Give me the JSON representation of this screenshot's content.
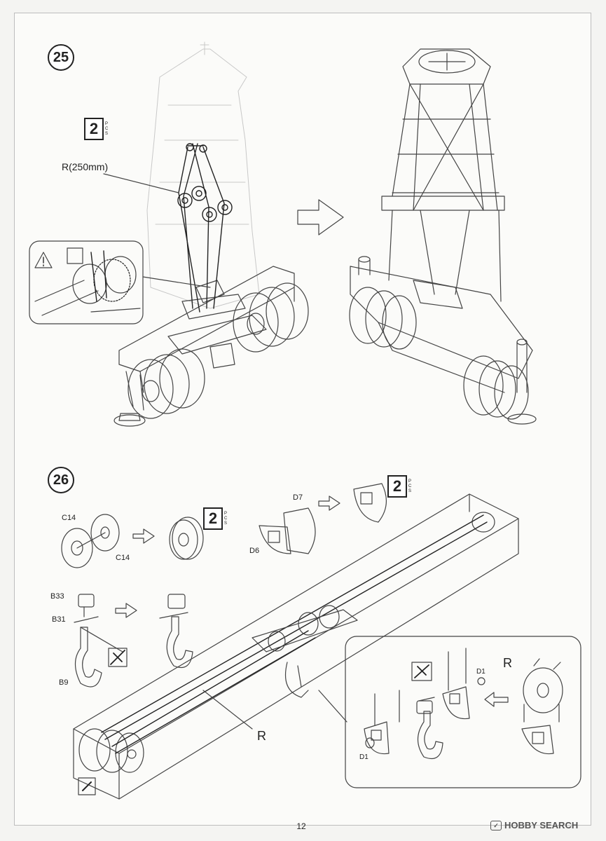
{
  "steps": {
    "step25": {
      "number": "25",
      "qty_number": "2",
      "qty_unit": "PCS",
      "rope_label": "R(250mm)"
    },
    "step26": {
      "number": "26",
      "part_c14_a": "C14",
      "part_c14_b": "C14",
      "qty_pulley_number": "2",
      "qty_pulley_unit": "PCS",
      "part_d7": "D7",
      "part_d6": "D6",
      "qty_block_number": "2",
      "qty_block_unit": "PCS",
      "part_b33": "B33",
      "part_b31": "B31",
      "part_b9": "B9",
      "rope_main": "R",
      "inset_rope": "R",
      "inset_d1_top": "D1",
      "inset_d1_bottom": "D1"
    }
  },
  "footer": {
    "page_number": "12",
    "watermark": "HOBBY SEARCH"
  }
}
